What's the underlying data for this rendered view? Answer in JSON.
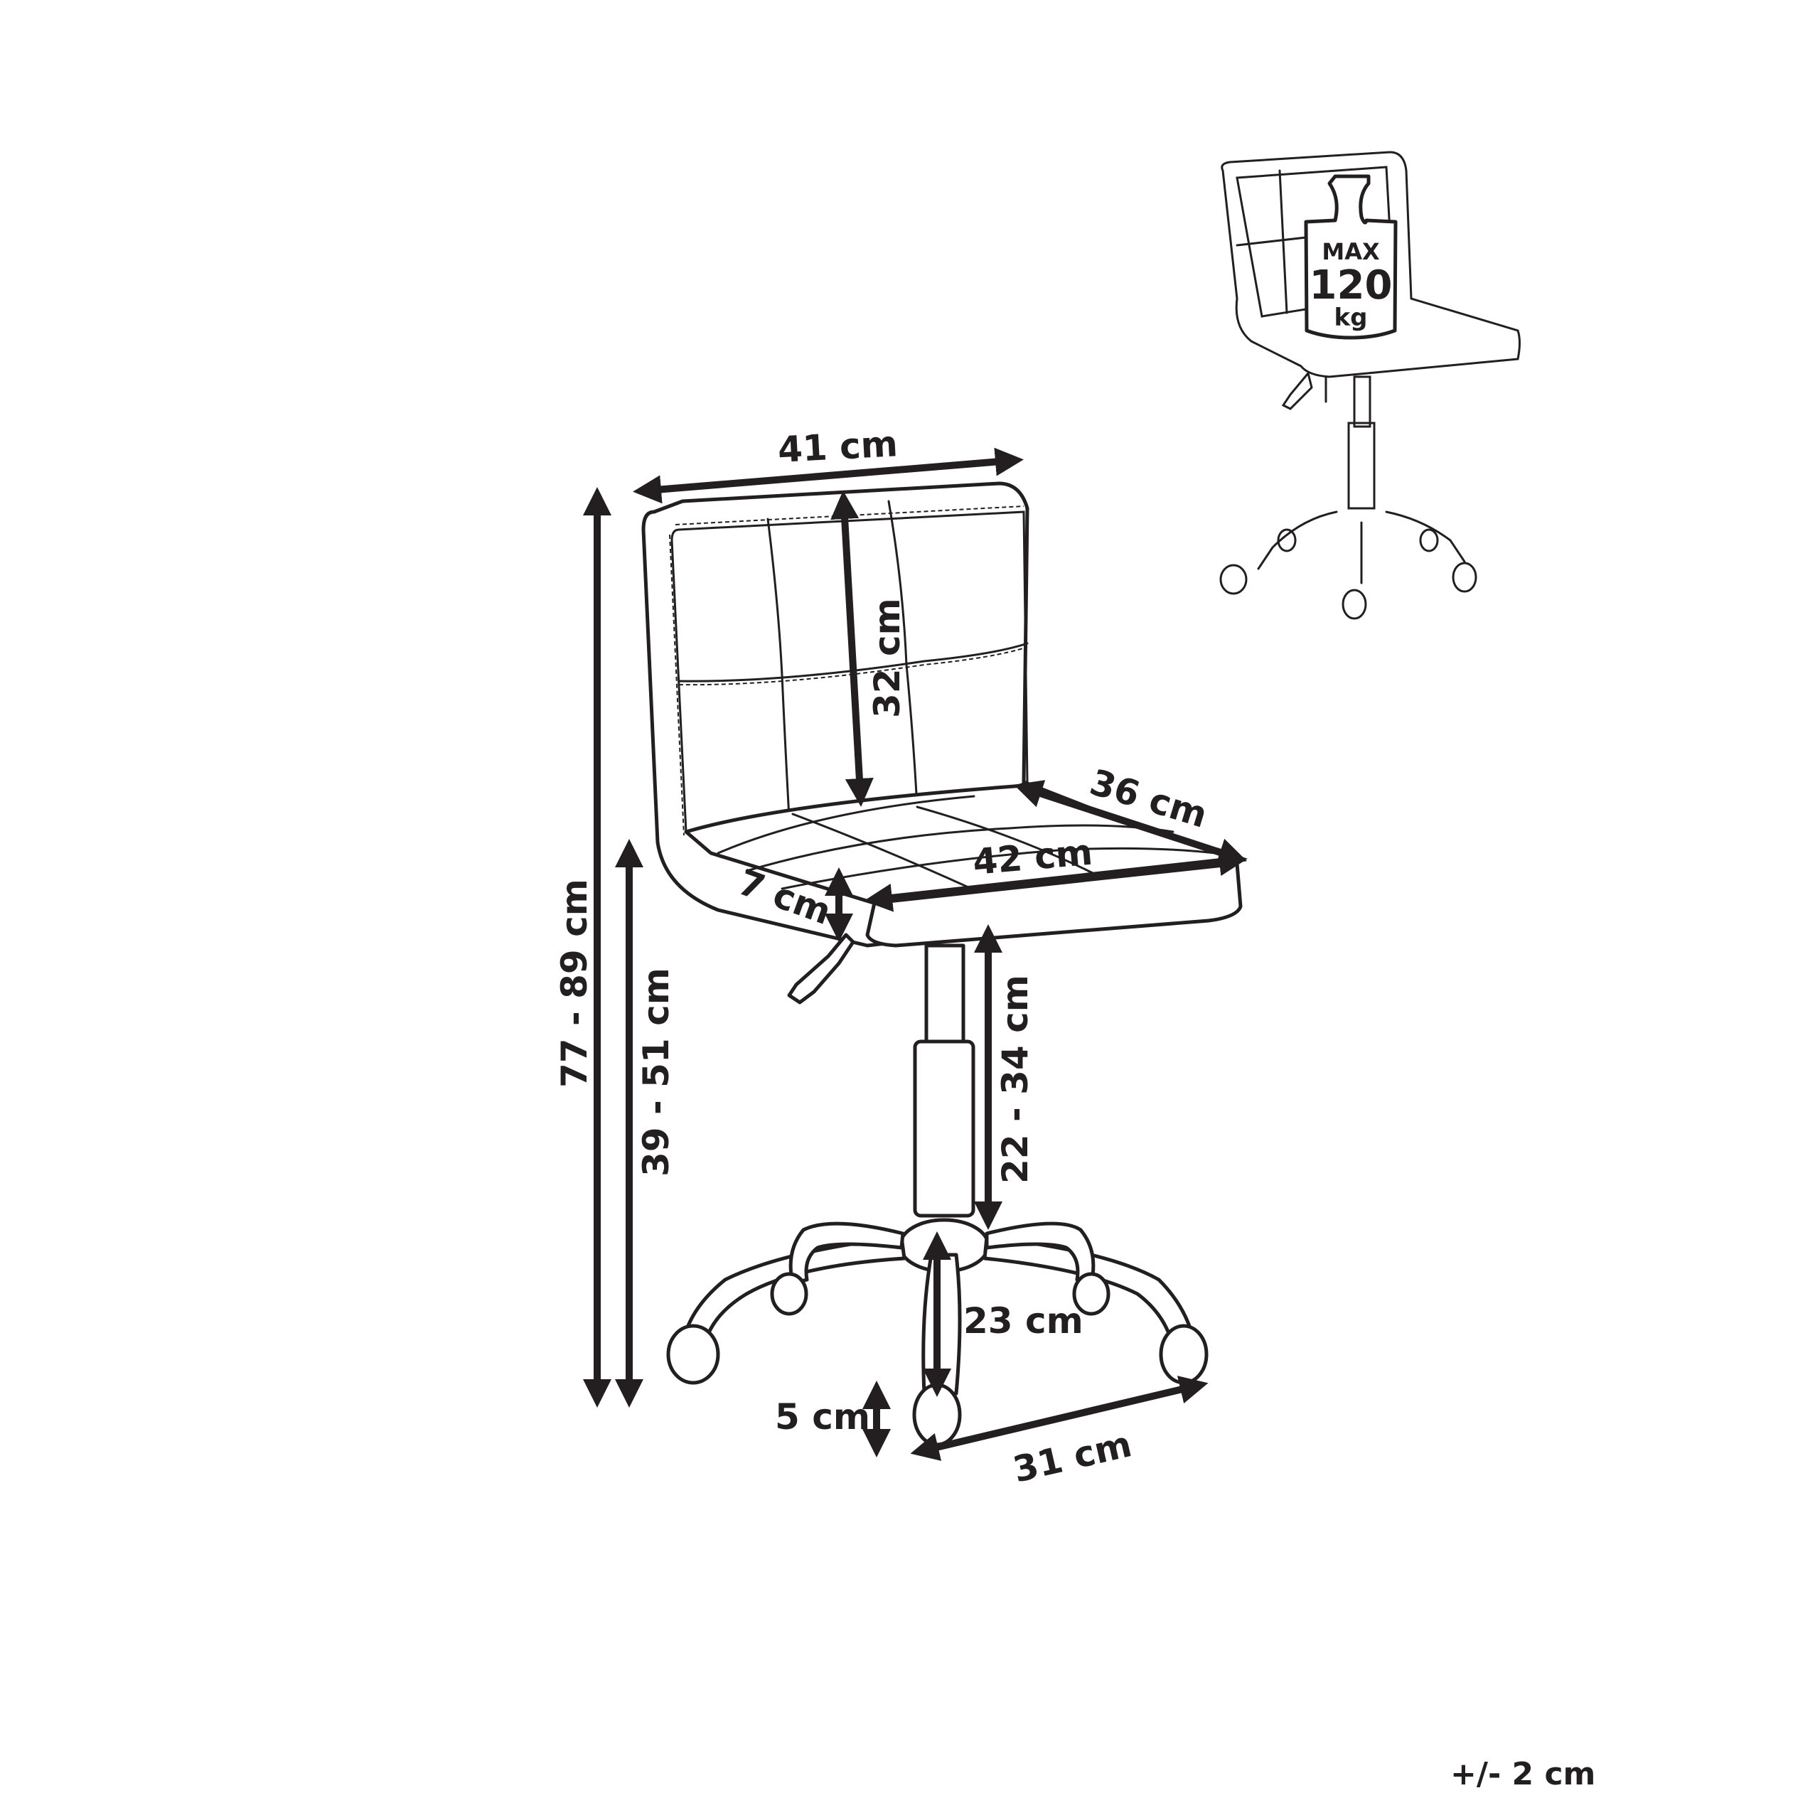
{
  "diagram": {
    "subject": "Office chair dimensions",
    "dimensions": {
      "backrest_width": "41 cm",
      "backrest_height": "32 cm",
      "seat_depth": "36 cm",
      "seat_width": "42 cm",
      "seat_thickness": "7 cm",
      "total_height": "77 - 89 cm",
      "seat_height": "39 - 51 cm",
      "column_height": "22 - 34 cm",
      "base_leg_length": "23 cm",
      "caster_height": "5 cm",
      "caster_spacing": "31 cm"
    },
    "max_load": {
      "line1": "MAX",
      "line2": "120",
      "line3": "kg"
    },
    "tolerance": "+/- 2 cm"
  }
}
